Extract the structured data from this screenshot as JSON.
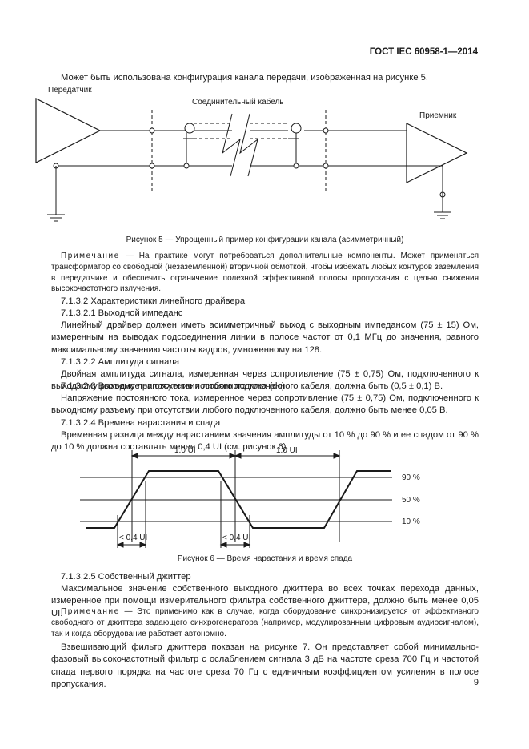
{
  "header": {
    "doc_code": "ГОСТ IEC 60958-1—2014"
  },
  "intro": "Может быть использована конфигурация канала передачи, изображенная на рисунке 5.",
  "fig5": {
    "transmitter_label": "Передатчик",
    "cable_label": "Соединительный кабель",
    "receiver_label": "Приемник",
    "caption": "Рисунок 5 — Упрощенный пример конфигурации канала (асимметричный)"
  },
  "note1": {
    "label": "Примечание",
    "text": " — На практике могут потребоваться дополнительные компоненты. Может применяться трансформатор со свободной (незаземленной) вторичной обмоткой, чтобы избежать любых контуров заземления в передатчике и обеспечить ограничение полезной эффективной полосы пропускания с целью снижения высокочастотного излучения."
  },
  "s7132": "7.1.3.2 Характеристики линейного драйвера",
  "s71321": {
    "title": "7.1.3.2.1 Выходной импеданс",
    "text": "Линейный драйвер должен иметь асимметричный выход с выходным импедансом (75 ± 15) Ом, измеренным на выводах подсоединения линии в полосе частот от 0,1 МГц до значения, равного максимальному значению частоты кадров, умноженному на 128."
  },
  "s71322": {
    "title": "7.1.3.2.2 Амплитуда сигнала",
    "text": "Двойная амплитуда сигнала, измеренная через сопротивление (75 ± 0,75) Ом, подключенного к выходному разъему при отсутствии любого подключенного кабеля, должна быть (0,5 ± 0,1) В."
  },
  "s71323": {
    "title": "7.1.3.2.3 Выходное напряжение постоянного тока (dc)",
    "text": "Напряжение постоянного тока, измеренное через сопротивление (75 ± 0,75) Ом, подключенного к выходному разъему при отсутствии любого подключенного кабеля, должно быть менее 0,05 В."
  },
  "s71324": {
    "title": "7.1.3.2.4 Времена нарастания и спада",
    "text": "Временная разница между нарастанием значения амплитуды от 10 % до 90 % и ее спадом от 90 % до 10 % должна составлять менее 0,4 UI (см. рисунок 6)."
  },
  "fig6": {
    "ui_label_1": "1.0 UI",
    "ui_label_2": "1.0 UI",
    "level_90": "90 %",
    "level_50": "50 %",
    "level_10": "10 %",
    "rise_label": "< 0,4 UI",
    "fall_label": "< 0,4 UI",
    "caption": "Рисунок 6 — Время нарастания и время спада"
  },
  "s71325": {
    "title": "7.1.3.2.5 Собственный джиттер",
    "text": "Максимальное значение собственного выходного джиттера во всех точках перехода данных, измеренное при помощи измерительного фильтра собственного джиттера, должно быть менее 0,05 UI."
  },
  "note2": {
    "label": "Примечание",
    "text": " — Это применимо как в случае, когда оборудование синхронизируется от эффективного свободного от джиттера задающего синхрогенератора (например, модулированным цифровым аудиосигналом), так и когда оборудование работает автономно."
  },
  "final_para": "Взвешивающий фильтр джиттера показан на рисунке 7. Он представляет собой минимально-фазовый высокочастотный фильтр с ослаблением сигнала 3 дБ на частоте среза 700 Гц и частотой спада первого порядка на частоте среза 70 Гц с единичным коэффициентом усиления в полосе пропускания.",
  "page_number": "9"
}
